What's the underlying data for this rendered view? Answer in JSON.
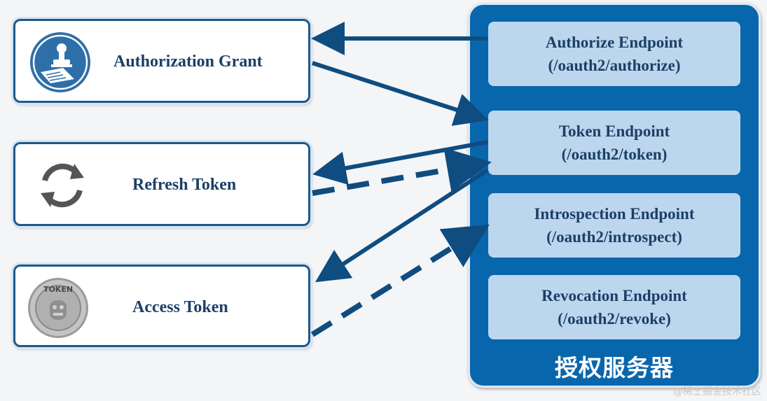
{
  "client": {
    "authorization_grant": {
      "label": "Authorization Grant",
      "icon": "stamp-icon"
    },
    "refresh_token": {
      "label": "Refresh Token",
      "icon": "refresh-icon"
    },
    "access_token": {
      "label": "Access Token",
      "icon": "token-coin-icon",
      "coin_text": "TOKEN"
    }
  },
  "server": {
    "title": "授权服务器",
    "endpoints": [
      {
        "name": "Authorize Endpoint",
        "path": "(/oauth2/authorize)"
      },
      {
        "name": "Token Endpoint",
        "path": "(/oauth2/token)"
      },
      {
        "name": "Introspection Endpoint",
        "path": "(/oauth2/introspect)"
      },
      {
        "name": "Revocation Endpoint",
        "path": "(/oauth2/revoke)"
      }
    ]
  },
  "watermark": "@稀土掘金技术社区",
  "colors": {
    "box_border": "#1a5a8c",
    "server_fill": "#0866ad",
    "endpoint_fill": "#bcd6ee",
    "label_text": "#1c3f66",
    "arrow": "#0f4c80"
  }
}
